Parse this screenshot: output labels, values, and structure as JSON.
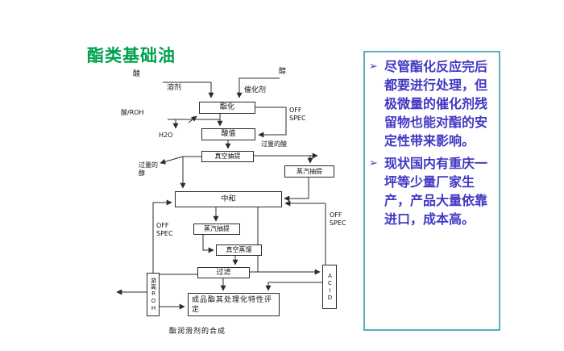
{
  "slide": {
    "title": "酯类基础油",
    "caption": "酯润滑剂的合成"
  },
  "colors": {
    "title_green": "#00a24e",
    "panel_border": "#56aebe",
    "panel_text": "#4238c4",
    "diagram_ink": "#2b2b2b"
  },
  "flowchart": {
    "boxes": {
      "esterification": "酯化",
      "acid_value": "酸值",
      "vacuum_extraction": "真空抽提",
      "steam_extraction_right": "蒸汽抽提",
      "neutralization": "中和",
      "steam_extraction_bottom": "蒸汽抽提",
      "vacuum_distillation": "真空蒸馏",
      "filtration": "过滤",
      "free_roh": "游离ROH",
      "acid_tank": "ACID",
      "evaluation": "成品酯其处理化特性评定"
    },
    "labels": {
      "acid": "酸",
      "alcohol": "醇",
      "solvent": "溶剂",
      "catalyst": "催化剂",
      "acid_roh": "酸/ROH",
      "h2o": "H2O",
      "off_spec_top": "OFF\nSPEC",
      "excess_acid": "过量的酸",
      "excess_alcohol": "过量的\n醇",
      "off_spec_left": "OFF\nSPEC",
      "off_spec_right": "OFF\nSPEC"
    }
  },
  "panel": {
    "marker": "➢",
    "bullets": [
      "尽管酯化反应完后都要进行处理，但极微量的催化剂残留物也能对酯的安定性带来影响。",
      "现状国内有重庆一坪等少量厂家生产，产品大量依靠进口，成本高。"
    ]
  }
}
